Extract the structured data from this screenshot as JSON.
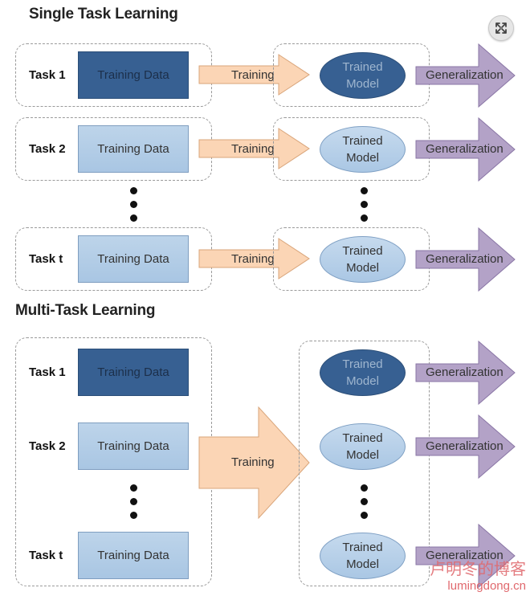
{
  "sections": {
    "single": {
      "title": "Single Task Learning"
    },
    "multi": {
      "title": "Multi-Task Learning"
    }
  },
  "single_rows": [
    {
      "task": "Task 1",
      "data": "Training Data",
      "arrow": "Training",
      "model_l1": "Trained",
      "model_l2": "Model",
      "out": "Generalization",
      "variant": "dark"
    },
    {
      "task": "Task 2",
      "data": "Training Data",
      "arrow": "Training",
      "model_l1": "Trained",
      "model_l2": "Model",
      "out": "Generalization",
      "variant": "light"
    },
    {
      "task": "Task t",
      "data": "Training Data",
      "arrow": "Training",
      "model_l1": "Trained",
      "model_l2": "Model",
      "out": "Generalization",
      "variant": "light"
    }
  ],
  "multi": {
    "tasks": [
      {
        "task": "Task 1",
        "data": "Training Data",
        "variant": "dark"
      },
      {
        "task": "Task 2",
        "data": "Training Data",
        "variant": "light"
      },
      {
        "task": "Task t",
        "data": "Training Data",
        "variant": "light"
      }
    ],
    "arrow": "Training",
    "models": [
      {
        "l1": "Trained",
        "l2": "Model",
        "out": "Generalization",
        "variant": "dark"
      },
      {
        "l1": "Trained",
        "l2": "Model",
        "out": "Generalization",
        "variant": "light"
      },
      {
        "l1": "Trained",
        "l2": "Model",
        "out": "Generalization",
        "variant": "light"
      }
    ]
  },
  "watermark": {
    "line1": "卢明冬的博客",
    "line2": "lumingdong.cn"
  },
  "controls": {
    "expand_icon": "expand-icon"
  },
  "colors": {
    "dark_blue": "#376092",
    "light_blue": "#b8d0e8",
    "training_arrow": "#fbd5b5",
    "generalization_arrow": "#b3a2c7"
  }
}
